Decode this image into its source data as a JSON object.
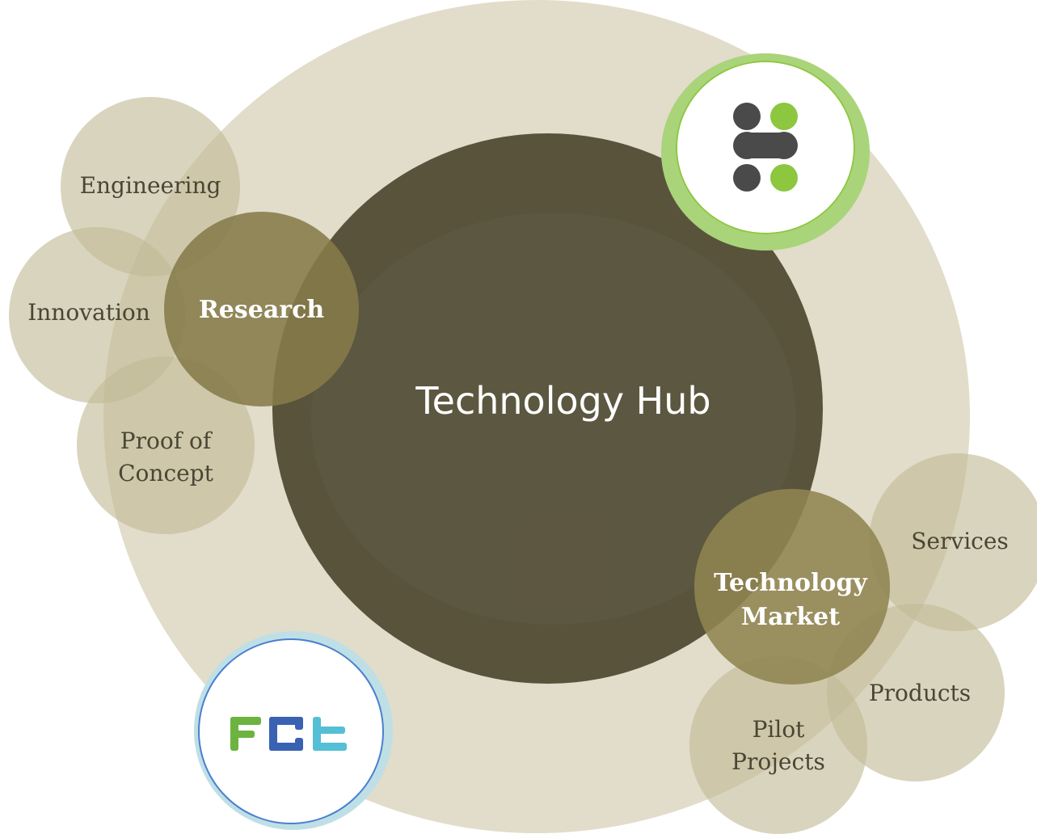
{
  "diagram": {
    "center_title": "Technology Hub",
    "primary_nodes": {
      "research": "Research",
      "technology_market": "Technology\nMarket"
    },
    "research_satellites": {
      "engineering": "Engineering",
      "innovation": "Innovation",
      "proof_of_concept": "Proof of\nConcept"
    },
    "market_satellites": {
      "services": "Services",
      "products": "Products",
      "pilot_projects": "Pilot\nProjects"
    },
    "logos": {
      "top_right": "dots-logo",
      "bottom_left": "FCt"
    },
    "colors": {
      "outer_ring": "#e2dccb",
      "hub": "#59533c",
      "primary_node": "#8d8352",
      "satellite": "#cbc4a8",
      "logo_green": "#8dc63f",
      "logo_gray": "#4a4a4a",
      "fct_green": "#6cb33f",
      "fct_blue": "#3a62b3",
      "fct_cyan": "#55bfd6"
    }
  }
}
